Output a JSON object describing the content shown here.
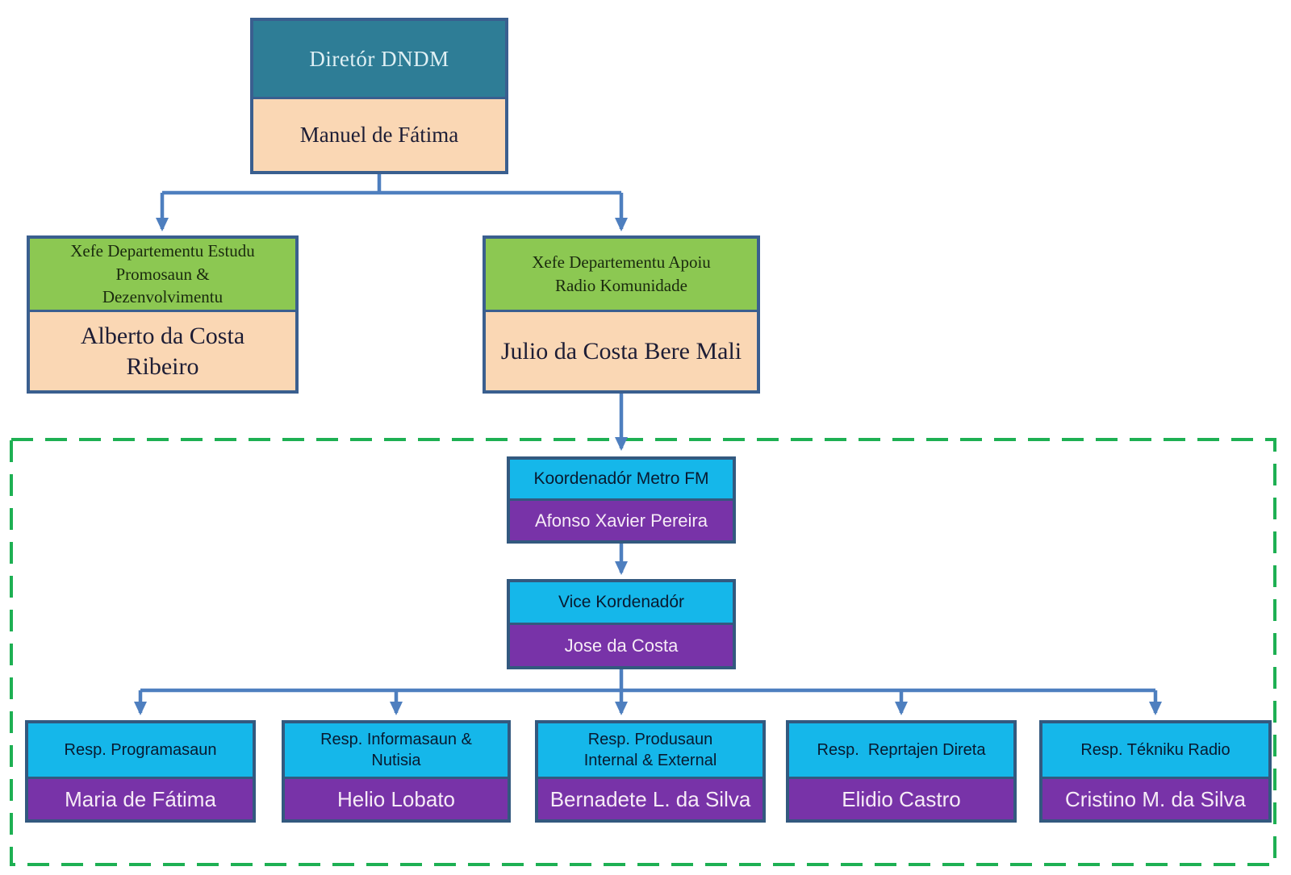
{
  "colors": {
    "background": "#FFFFFF",
    "teal": "#2E7D96",
    "peach": "#FAD7B4",
    "green": "#8CC852",
    "cyan": "#15B7EA",
    "purple": "#7833A8",
    "border": "#3A5F8F",
    "border_dark": "#33597F",
    "connector": "#4E7FBF",
    "dashed_border": "#1EB053",
    "text_dark": "#1D1D35",
    "text_on_teal": "#DFF0F4",
    "text_on_green": "#1A2A0E",
    "text_on_cyan": "#081A30",
    "text_on_purple": "#F6EBF6"
  },
  "nodes": {
    "director": {
      "title": "Diretór DNDM",
      "name": "Manuel de Fátima"
    },
    "dept_estudu": {
      "title": "Xefe Departementu Estudu Promosaun & Dezenvolvimentu",
      "name": "Alberto da Costa Ribeiro"
    },
    "dept_apoiu": {
      "title": "Xefe Departementu Apoiu Radio Komunidade",
      "name": "Julio da Costa Bere Mali"
    },
    "koordenador_metro_fm": {
      "title": "Koordenadór Metro FM",
      "name": "Afonso Xavier Pereira"
    },
    "vice_kordenador": {
      "title": "Vice Kordenadór",
      "name": "Jose da Costa"
    },
    "resp": [
      {
        "title": "Resp. Programasaun",
        "name": "Maria de Fátima"
      },
      {
        "title": "Resp. Informasaun & Nutisia",
        "name": "Helio Lobato"
      },
      {
        "title": "Resp. Produsaun Internal & External",
        "name": "Bernadete L. da Silva"
      },
      {
        "title": "Resp.  Reprtajen Direta",
        "name": "Elidio Castro"
      },
      {
        "title": "Resp. Tékniku Radio",
        "name": "Cristino M. da Silva"
      }
    ]
  }
}
